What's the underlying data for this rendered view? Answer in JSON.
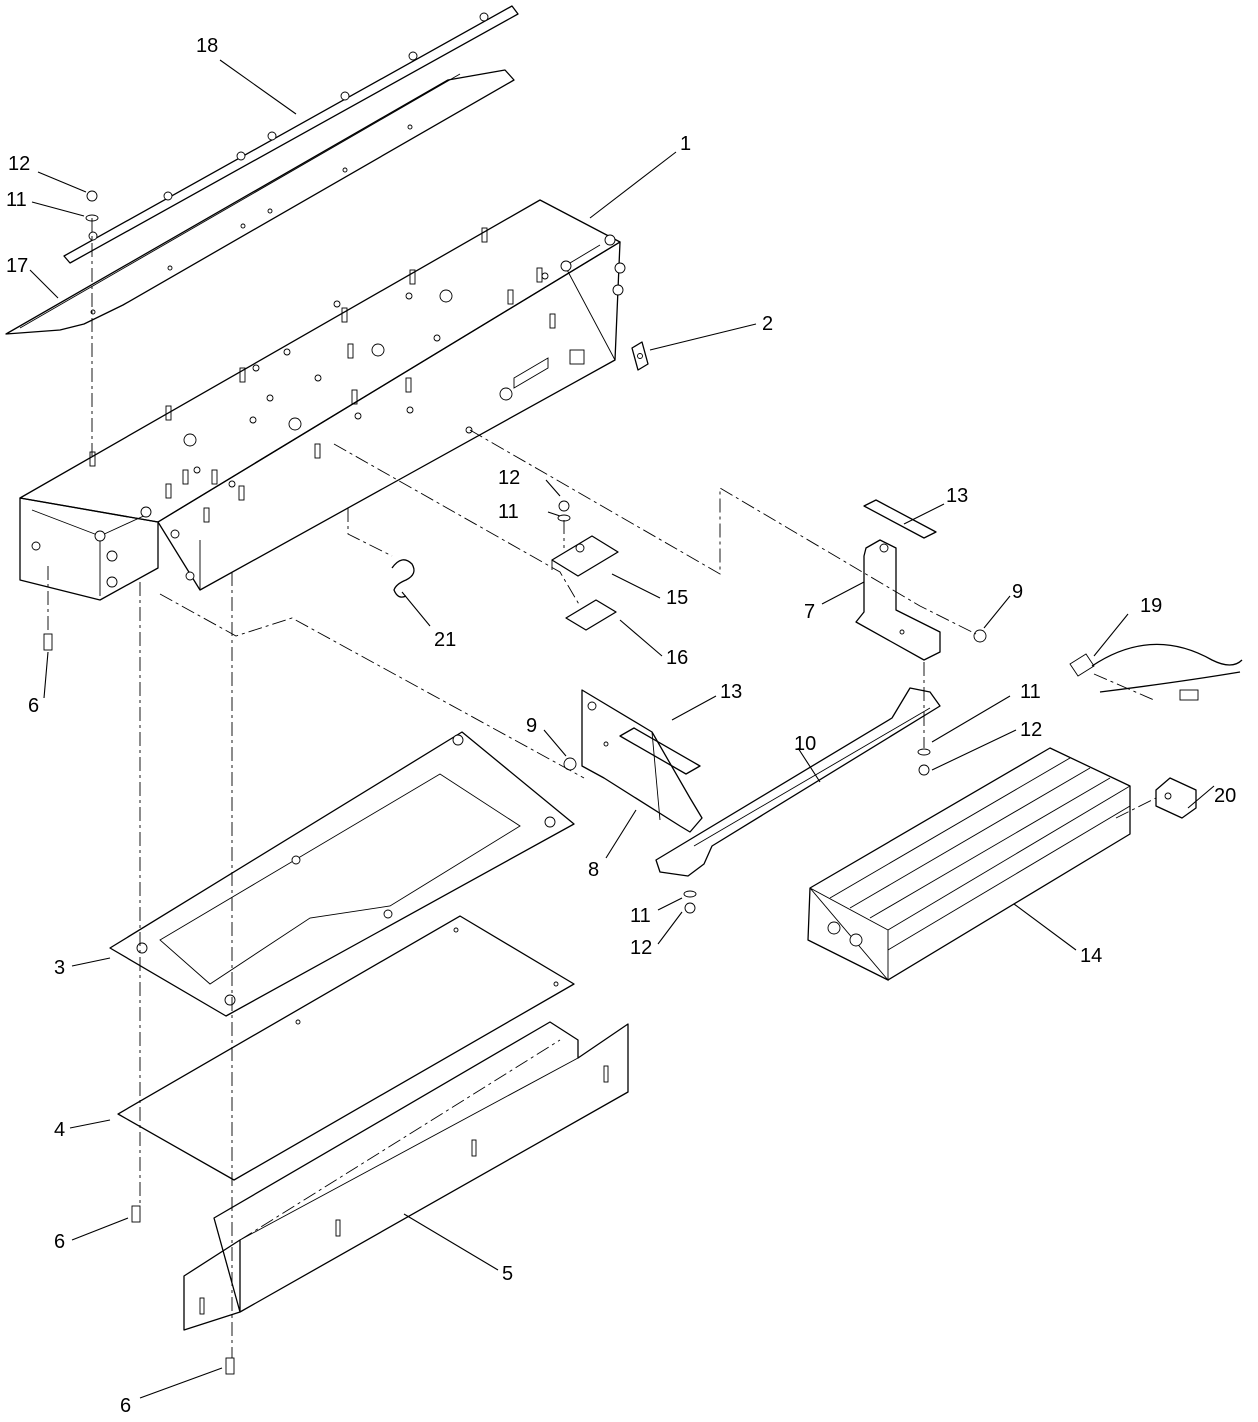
{
  "callouts": [
    {
      "id": "c-18",
      "text": "18"
    },
    {
      "id": "c-12a",
      "text": "12"
    },
    {
      "id": "c-11a",
      "text": "11"
    },
    {
      "id": "c-17",
      "text": "17"
    },
    {
      "id": "c-1",
      "text": "1"
    },
    {
      "id": "c-2",
      "text": "2"
    },
    {
      "id": "c-12b",
      "text": "12"
    },
    {
      "id": "c-11b",
      "text": "11"
    },
    {
      "id": "c-13a",
      "text": "13"
    },
    {
      "id": "c-15",
      "text": "15"
    },
    {
      "id": "c-16",
      "text": "16"
    },
    {
      "id": "c-7",
      "text": "7"
    },
    {
      "id": "c-9a",
      "text": "9"
    },
    {
      "id": "c-21",
      "text": "21"
    },
    {
      "id": "c-6a",
      "text": "6"
    },
    {
      "id": "c-19",
      "text": "19"
    },
    {
      "id": "c-13b",
      "text": "13"
    },
    {
      "id": "c-11c",
      "text": "11"
    },
    {
      "id": "c-12c",
      "text": "12"
    },
    {
      "id": "c-10",
      "text": "10"
    },
    {
      "id": "c-9b",
      "text": "9"
    },
    {
      "id": "c-20",
      "text": "20"
    },
    {
      "id": "c-8",
      "text": "8"
    },
    {
      "id": "c-11d",
      "text": "11"
    },
    {
      "id": "c-12d",
      "text": "12"
    },
    {
      "id": "c-14",
      "text": "14"
    },
    {
      "id": "c-3",
      "text": "3"
    },
    {
      "id": "c-4",
      "text": "4"
    },
    {
      "id": "c-6b",
      "text": "6"
    },
    {
      "id": "c-5",
      "text": "5"
    },
    {
      "id": "c-6c",
      "text": "6"
    }
  ]
}
